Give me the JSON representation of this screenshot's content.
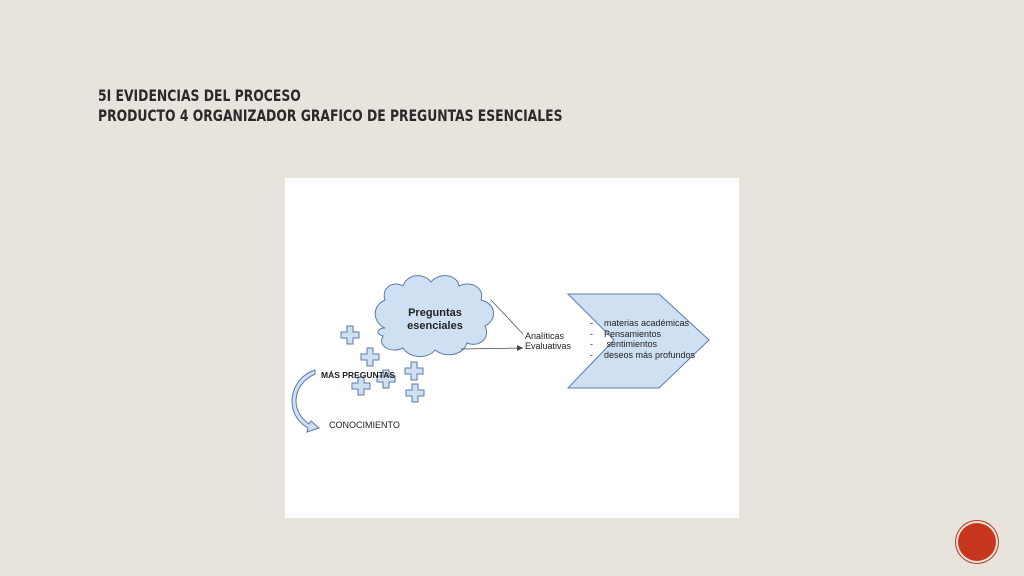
{
  "slide": {
    "title_line1": "5I EVIDENCIAS DEL PROCESO",
    "title_line2": "PRODUCTO 4 ORGANIZADOR GRAFICO DE PREGUNTAS ESENCIALES"
  },
  "diagram": {
    "cloud_label": "Preguntas esenciales",
    "types": [
      "Analíticas",
      "Evaluativas"
    ],
    "bullets": [
      "materias académicas",
      "Pensamientos",
      " sentimientos",
      "deseos más profundos"
    ],
    "bullet_marker": "-",
    "mas_preguntas": "MÁS PREGUNTAS",
    "conocimiento": "CONOCIMIENTO"
  },
  "colors": {
    "background": "#e8e3dc",
    "shape_fill": "#cfe0f3",
    "shape_stroke": "#5b7aa8",
    "accent": "#c8361f"
  }
}
